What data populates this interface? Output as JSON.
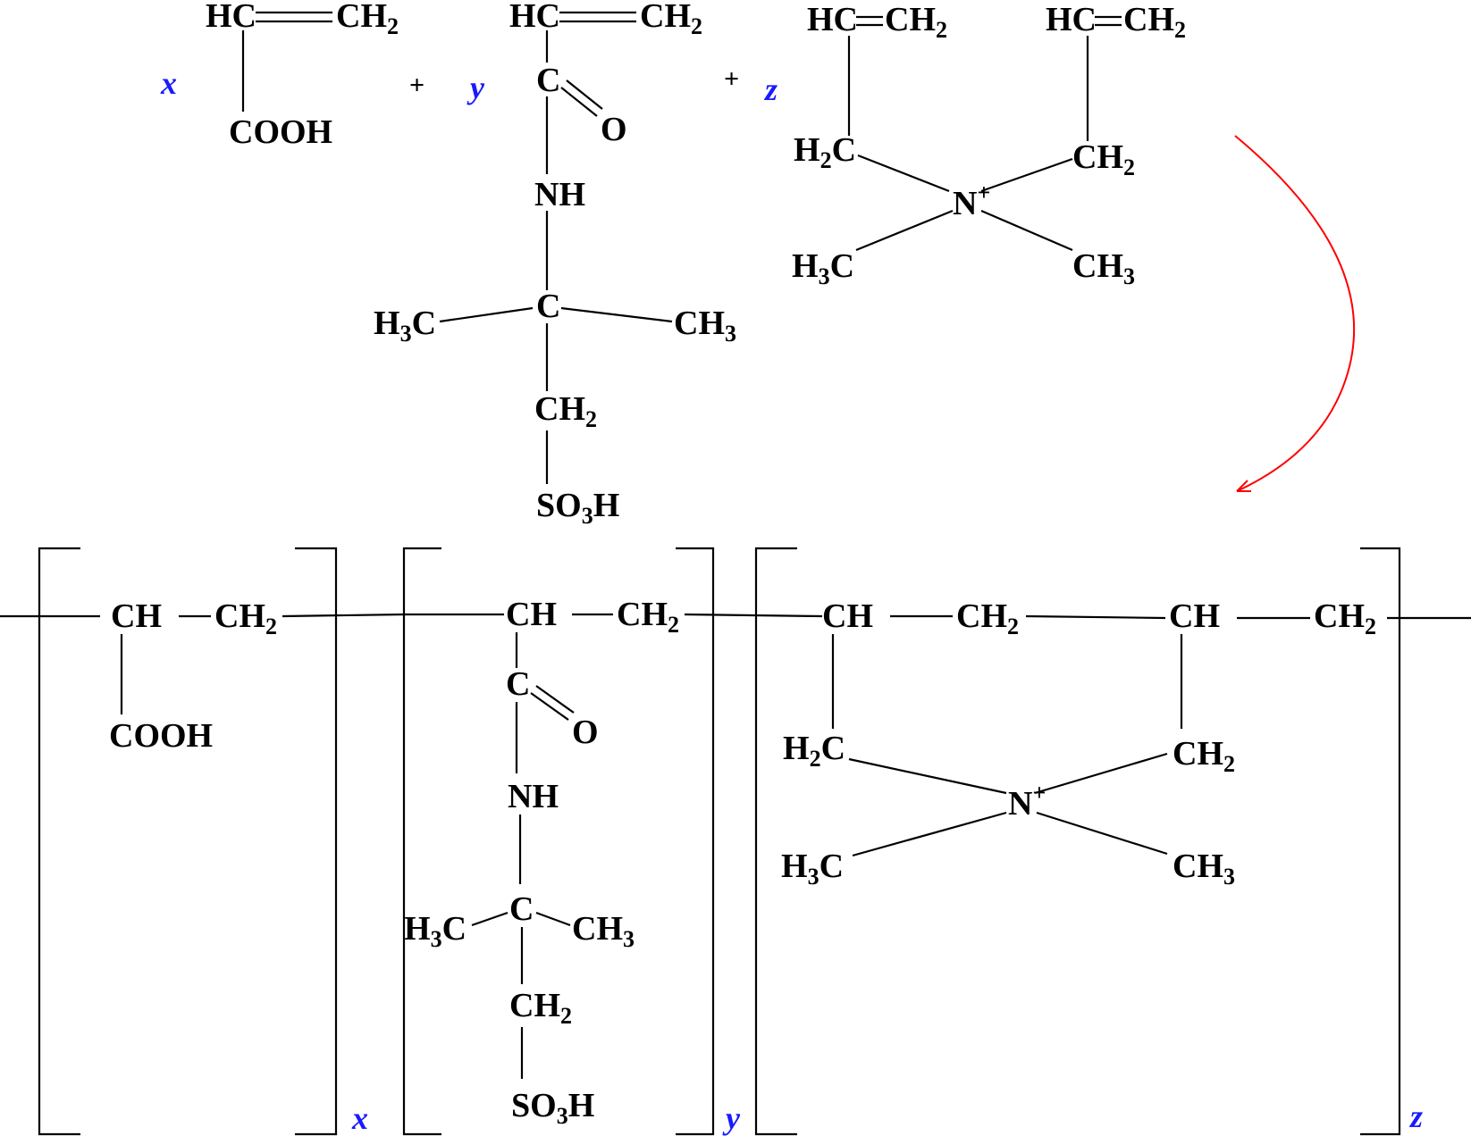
{
  "reactants": {
    "coef_x": "x",
    "coef_y": "y",
    "coef_z": "z",
    "plus": "+",
    "acrylic_acid": {
      "ch": "HC",
      "ch2": "CH",
      "ch2_sub": "2",
      "cooh": "COOH"
    },
    "amps": {
      "ch": "HC",
      "ch2": "CH",
      "ch2_sub": "2",
      "c": "C",
      "o": "O",
      "nh": "NH",
      "c_quat": "C",
      "h3c": "H",
      "h3c_sub": "3",
      "h3c_tail": "C",
      "ch3": "CH",
      "ch3_sub": "3",
      "ch2b": "CH",
      "ch2b_sub": "2",
      "so3h_s": "SO",
      "so3h_sub": "3",
      "so3h_h": "H"
    },
    "dmdaac": {
      "hc_left": "HC",
      "ch2_left": "CH",
      "ch2_left_sub": "2",
      "hc_right": "HC",
      "ch2_right": "CH",
      "ch2_right_sub": "2",
      "h2c": "H",
      "h2c_sub": "2",
      "h2c_tail": "C",
      "ch2_mid": "CH",
      "ch2_mid_sub": "2",
      "n": "N",
      "n_charge": "+",
      "h3c": "H",
      "h3c_sub": "3",
      "h3c_tail": "C",
      "ch3": "CH",
      "ch3_sub": "3"
    }
  },
  "product": {
    "unit_x": {
      "ch": "CH",
      "ch2": "CH",
      "ch2_sub": "2",
      "cooh": "COOH",
      "subscript": "x"
    },
    "unit_y": {
      "ch": "CH",
      "ch2": "CH",
      "ch2_sub": "2",
      "c": "C",
      "o": "O",
      "nh": "NH",
      "c_quat": "C",
      "h3c": "H",
      "h3c_sub": "3",
      "h3c_tail": "C",
      "ch3": "CH",
      "ch3_sub": "3",
      "ch2b": "CH",
      "ch2b_sub": "2",
      "so3h_s": "SO",
      "so3h_sub": "3",
      "so3h_h": "H",
      "subscript": "y"
    },
    "unit_z": {
      "ch_left": "CH",
      "ch2_a": "CH",
      "ch2_a_sub": "2",
      "ch_right": "CH",
      "ch2_b": "CH",
      "ch2_b_sub": "2",
      "h2c": "H",
      "h2c_sub": "2",
      "h2c_tail": "C",
      "ch2_ring": "CH",
      "ch2_ring_sub": "2",
      "n": "N",
      "n_charge": "+",
      "h3c": "H",
      "h3c_sub": "3",
      "h3c_tail": "C",
      "ch3": "CH",
      "ch3_sub": "3",
      "subscript": "z"
    }
  },
  "colors": {
    "coefficient": "#1a1aff",
    "arrow": "#ff0000",
    "ink": "#000000"
  }
}
